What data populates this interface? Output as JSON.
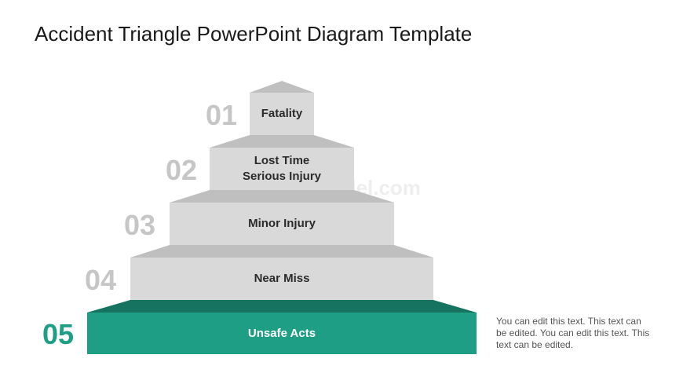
{
  "slide": {
    "title": "Accident Triangle PowerPoint Diagram Template",
    "watermark": "SlideModel.com",
    "note": "You can edit this text. This text can be edited. You can edit this text. This text can be edited."
  },
  "colors": {
    "step_front": "#d9d9d9",
    "step_top": "#bfbfbf",
    "active_front": "#1f9e86",
    "active_top": "#16735f",
    "number_gray": "#c6c6c6",
    "number_active": "#1f9e86"
  },
  "levels": [
    {
      "number": "01",
      "lines": [
        "Fatality"
      ],
      "active": false
    },
    {
      "number": "02",
      "lines": [
        "Lost Time",
        "Serious Injury"
      ],
      "active": false
    },
    {
      "number": "03",
      "lines": [
        "Minor Injury"
      ],
      "active": false
    },
    {
      "number": "04",
      "lines": [
        "Near Miss"
      ],
      "active": false
    },
    {
      "number": "05",
      "lines": [
        "Unsafe Acts"
      ],
      "active": true
    }
  ]
}
